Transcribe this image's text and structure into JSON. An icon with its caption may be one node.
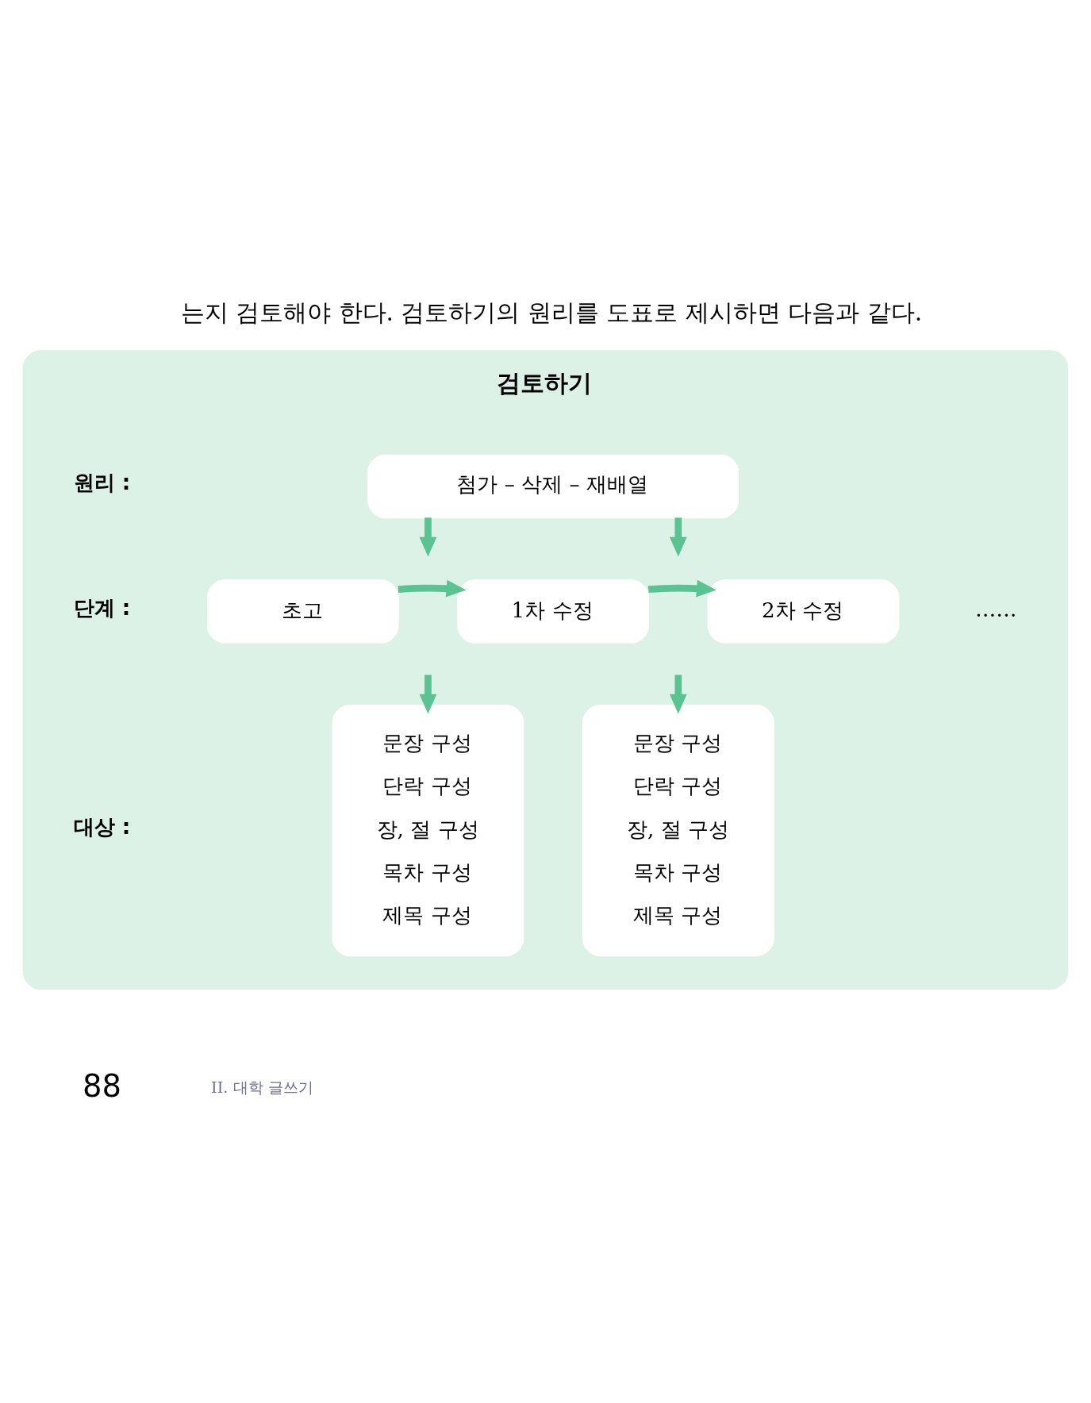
{
  "diagram": {
    "nodes": [
      {
        "text": [
          "검토하기"
        ]
      },
      {
        "text": [
          "첨가 – 삭제 – 재배열"
        ],
        "in": 0
      },
      {
        "text": [
          "초고"
        ],
        "in": 0
      },
      {
        "text": [
          "1차 수정"
        ],
        "in": 0
      },
      {
        "text": [
          "2차 수정"
        ],
        "in": 0
      },
      {
        "text": [
          "문장 구성",
          "단락 구성",
          "장, 절 구성",
          "목차 구성",
          "제목 구성"
        ],
        "in": 0
      },
      {
        "text": [
          "문장 구성",
          "단락 구성",
          "장, 절 구성",
          "목차 구성",
          "제목 구성"
        ],
        "in": 0
      }
    ],
    "edges": [
      {
        "from": 2,
        "to": 3,
        "arrow": "to"
      },
      {
        "from": 3,
        "to": 4,
        "arrow": "to"
      },
      {
        "from": 1,
        "to": null,
        "arrow": "to"
      },
      {
        "from": 1,
        "to": null,
        "arrow": "to"
      },
      {
        "from": null,
        "to": 5,
        "arrow": "to"
      },
      {
        "from": null,
        "to": 6,
        "arrow": "to"
      }
    ],
    "labels": [
      "는지 검토해야 한다. 검토하기의 원리를 도표로 제시하면 다음과 같다.",
      "원리 :",
      "단계 :",
      "……",
      "대상 :",
      "88",
      "II. 대학 글쓰기"
    ]
  }
}
